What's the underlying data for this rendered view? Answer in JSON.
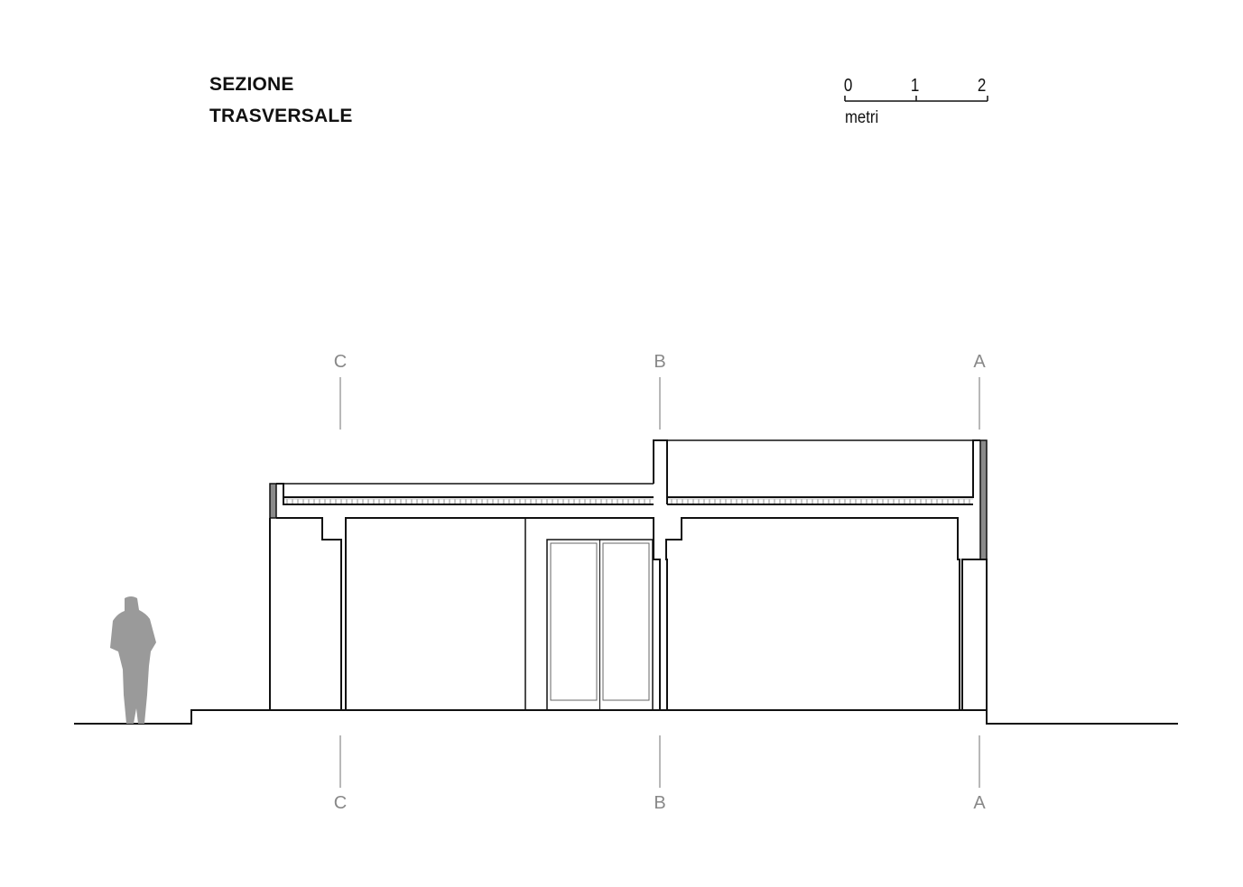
{
  "title": {
    "line1": "SEZIONE",
    "line2": "TRASVERSALE"
  },
  "scale_bar": {
    "ticks": [
      "0",
      "1",
      "2"
    ],
    "unit": "metri"
  },
  "section_marks": [
    {
      "label": "C"
    },
    {
      "label": "B"
    },
    {
      "label": "A"
    }
  ],
  "colors": {
    "line": "#111111",
    "cladding": "#8a8a8a",
    "figure": "#9a9a9a",
    "marker": "#888888"
  }
}
